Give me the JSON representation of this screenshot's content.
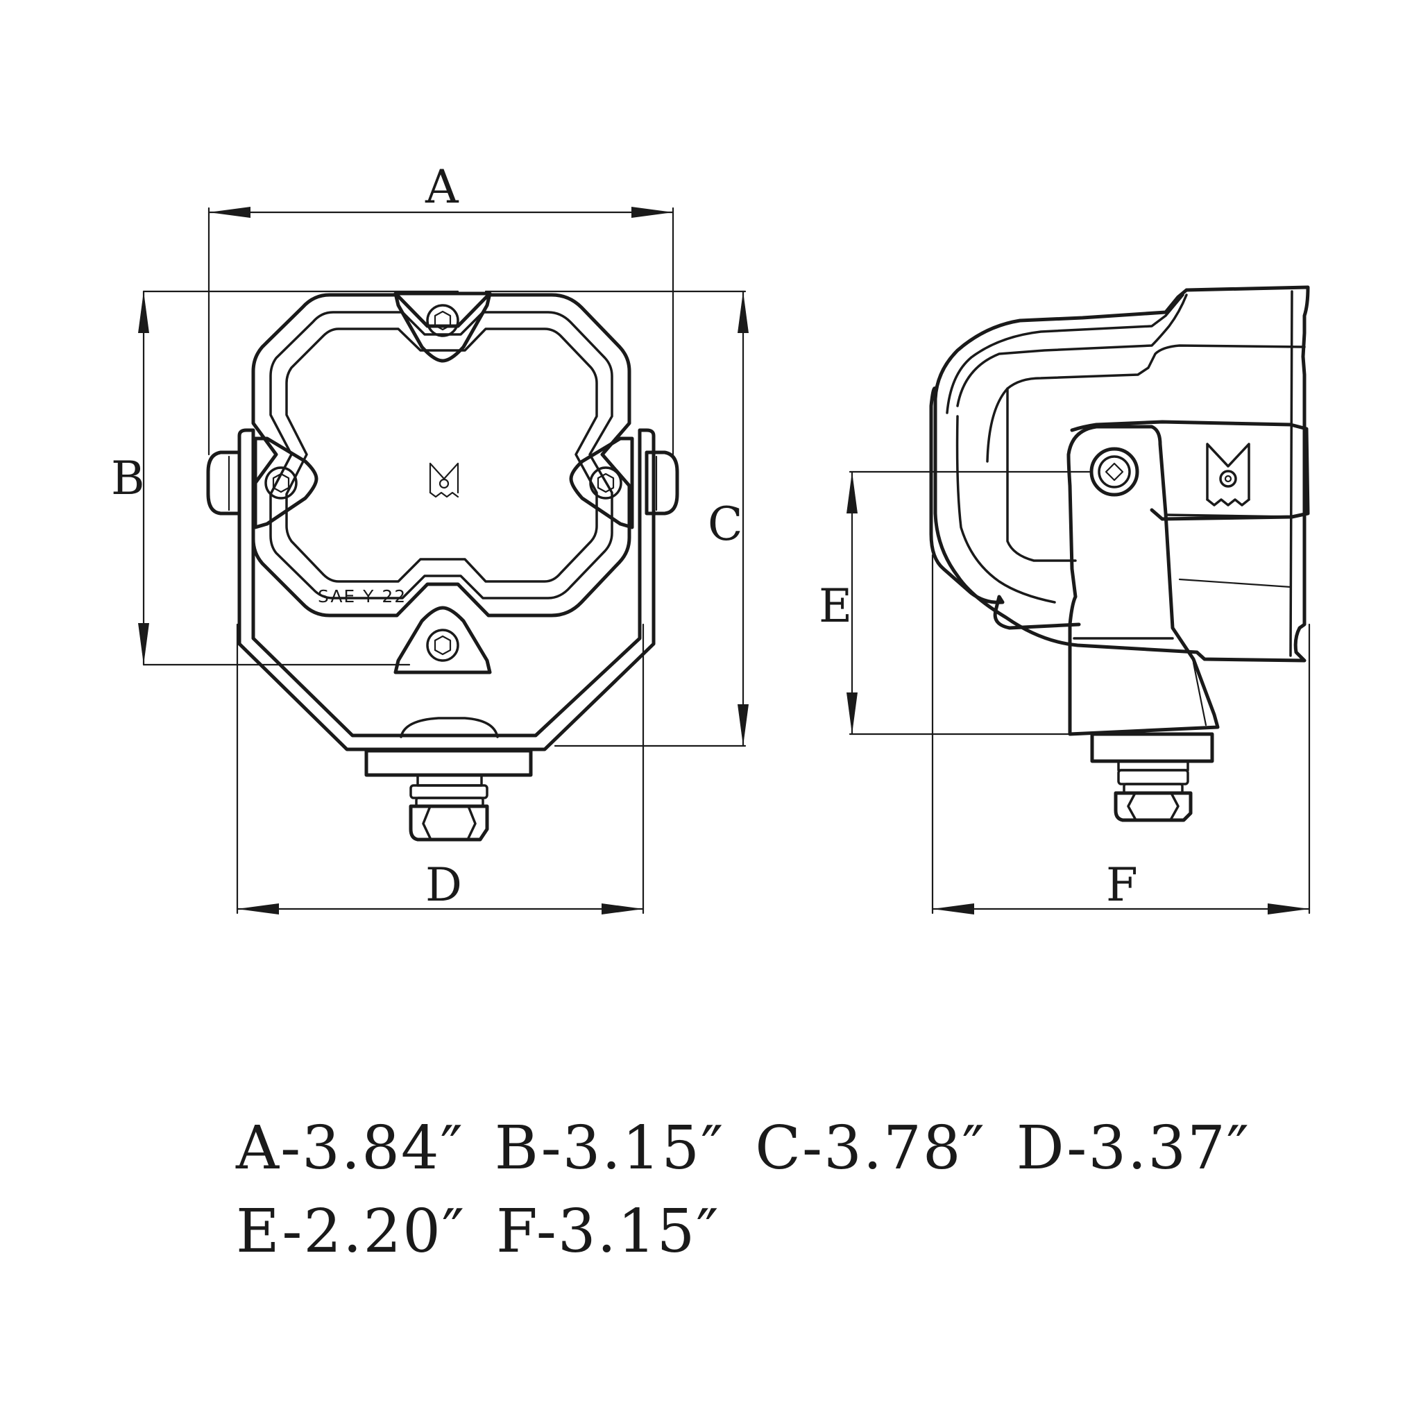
{
  "labels": {
    "a": "A",
    "b": "B",
    "c": "C",
    "d": "D",
    "e": "E",
    "f": "F"
  },
  "front_view": {
    "marking": "SAE Y 22"
  },
  "legend": {
    "row1": [
      "A-3.84″",
      "B-3.15″",
      "C-3.78″",
      "D-3.37″"
    ],
    "row2": [
      "E-2.20″",
      "F-3.15″"
    ]
  }
}
